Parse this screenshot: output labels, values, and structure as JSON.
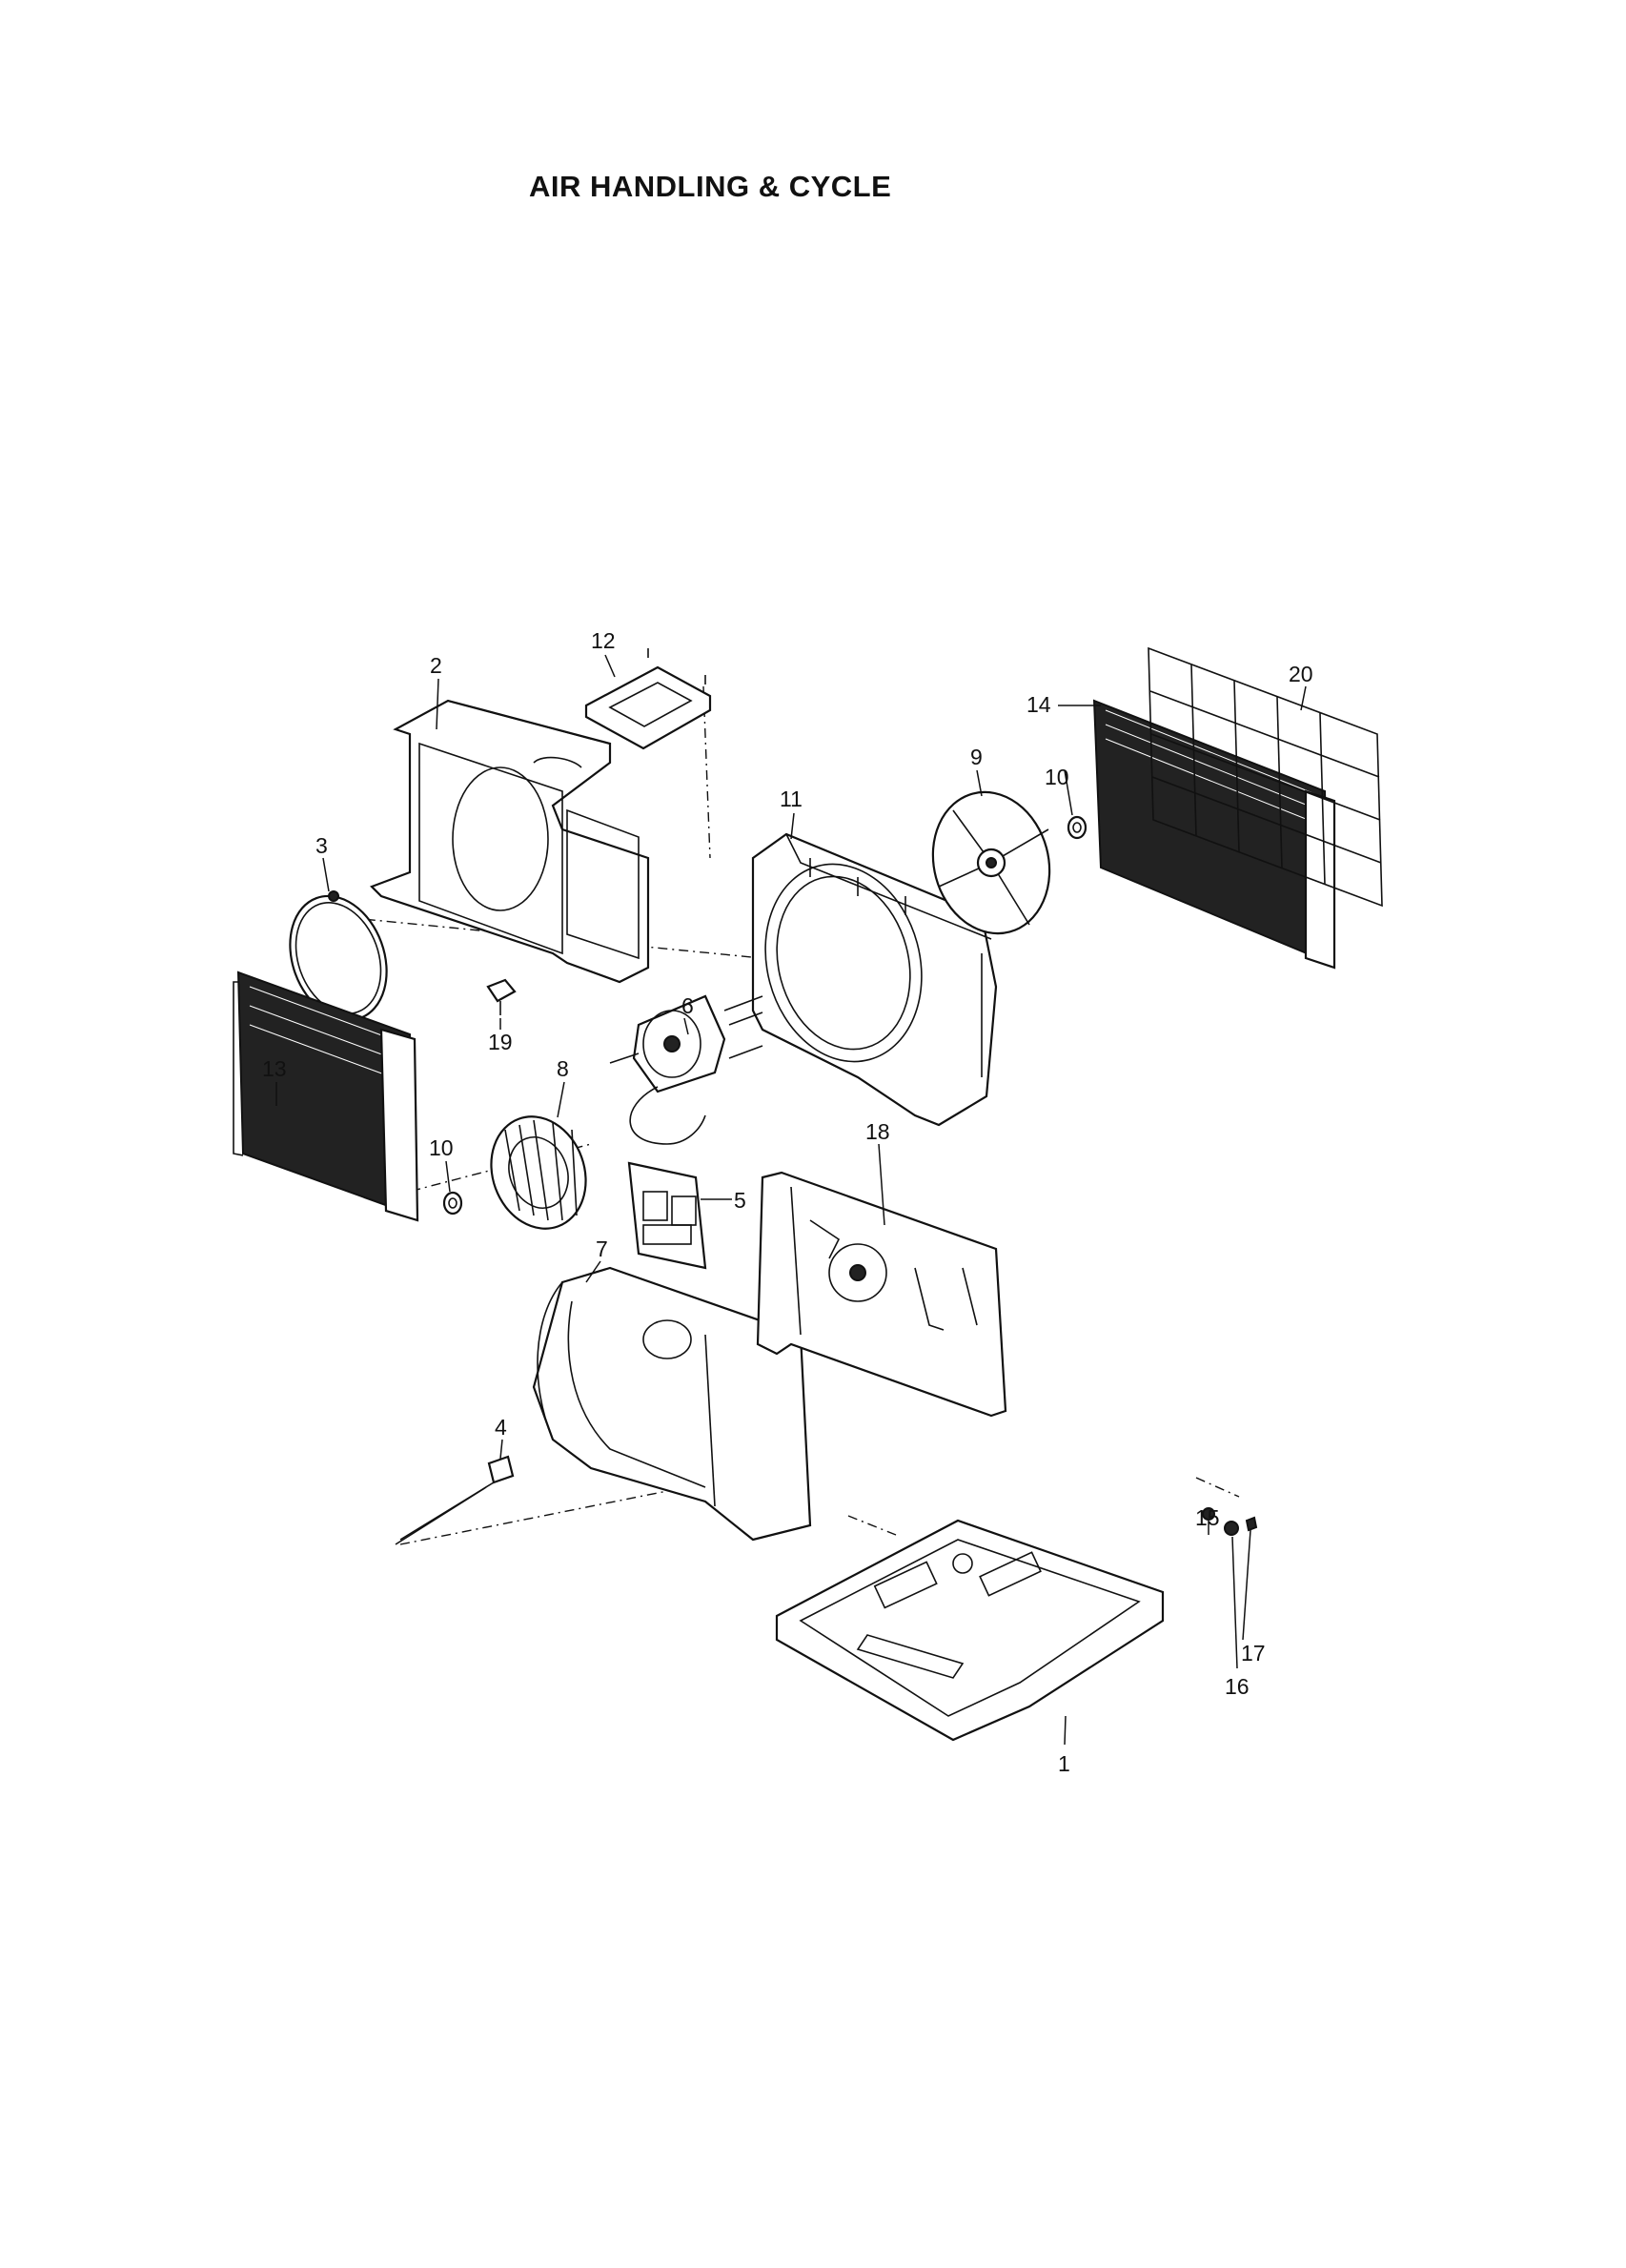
{
  "title": "AIR HANDLING & CYCLE",
  "callouts": {
    "p1": "1",
    "p2": "2",
    "p3": "3",
    "p4": "4",
    "p5": "5",
    "p6": "6",
    "p7": "7",
    "p8": "8",
    "p9": "9",
    "p10a": "10",
    "p10b": "10",
    "p11": "11",
    "p12": "12",
    "p13": "13",
    "p14": "14",
    "p15": "15",
    "p16": "16",
    "p17": "17",
    "p18": "18",
    "p19": "19",
    "p20": "20"
  }
}
